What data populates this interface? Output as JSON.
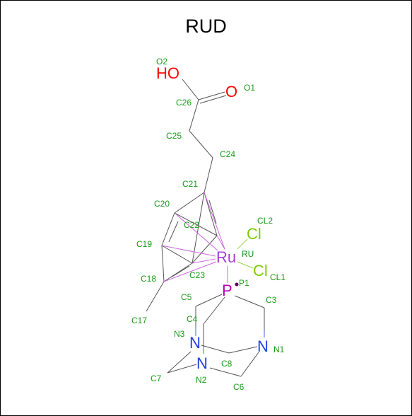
{
  "title": "RUD",
  "colors": {
    "bond": "#555555",
    "metal_bond": "#cc66dd",
    "label": "#1a9a1a",
    "O": "#ff0000",
    "N": "#1f3fe0",
    "P": "#b000b0",
    "Ru": "#a040d0",
    "Cl": "#7ccc00"
  },
  "elements": {
    "ho": "HO",
    "o": "O",
    "ru": "Ru",
    "cl_a": "Cl",
    "cl_b": "Cl",
    "p": "P",
    "n1": "N",
    "n2": "N",
    "n3": "N"
  },
  "atom_labels": {
    "O2": "O2",
    "O1": "O1",
    "C26": "C26",
    "C25": "C25",
    "C24": "C24",
    "C21": "C21",
    "C20": "C20",
    "C22": "C22",
    "C19": "C19",
    "C18": "C18",
    "C23": "C23",
    "C17": "C17",
    "CL2": "CL2",
    "RU": "RU",
    "CL1": "CL1",
    "P1": "P1",
    "C5": "C5",
    "C3": "C3",
    "C4": "C4",
    "N3": "N3",
    "N1": "N1",
    "C8": "C8",
    "C7": "C7",
    "N2": "N2",
    "C6": "C6"
  }
}
